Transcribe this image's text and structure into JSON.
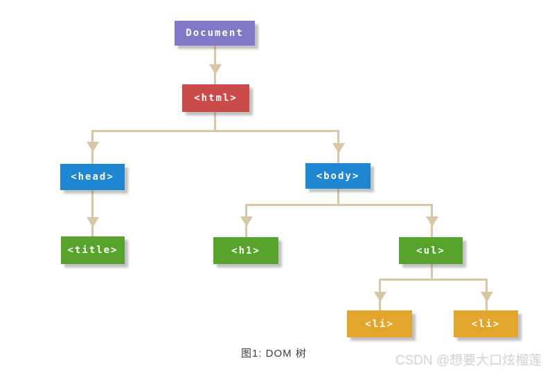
{
  "nodes": {
    "document": {
      "label": "Document",
      "color": "#8278c8"
    },
    "html": {
      "label": "<html>",
      "color": "#cb4a4a"
    },
    "head": {
      "label": "<head>",
      "color": "#1f86d2"
    },
    "body": {
      "label": "<body>",
      "color": "#1f86d2"
    },
    "title": {
      "label": "<title>",
      "color": "#58a32b"
    },
    "h1": {
      "label": "<h1>",
      "color": "#58a32b"
    },
    "ul": {
      "label": "<ul>",
      "color": "#58a32b"
    },
    "li1": {
      "label": "<li>",
      "color": "#e3a52c"
    },
    "li2": {
      "label": "<li>",
      "color": "#e3a52c"
    }
  },
  "edges": [
    {
      "from": "document",
      "to": "html"
    },
    {
      "from": "html",
      "to": "head"
    },
    {
      "from": "html",
      "to": "body"
    },
    {
      "from": "head",
      "to": "title"
    },
    {
      "from": "body",
      "to": "h1"
    },
    {
      "from": "body",
      "to": "ul"
    },
    {
      "from": "ul",
      "to": "li1"
    },
    {
      "from": "ul",
      "to": "li2"
    }
  ],
  "caption": "图1: DOM 树",
  "watermark": "CSDN @想要大口炫榴莲",
  "colors": {
    "connector": "#d8c6a4",
    "background": "#ffffff",
    "shadow": "#b9b9b9"
  }
}
